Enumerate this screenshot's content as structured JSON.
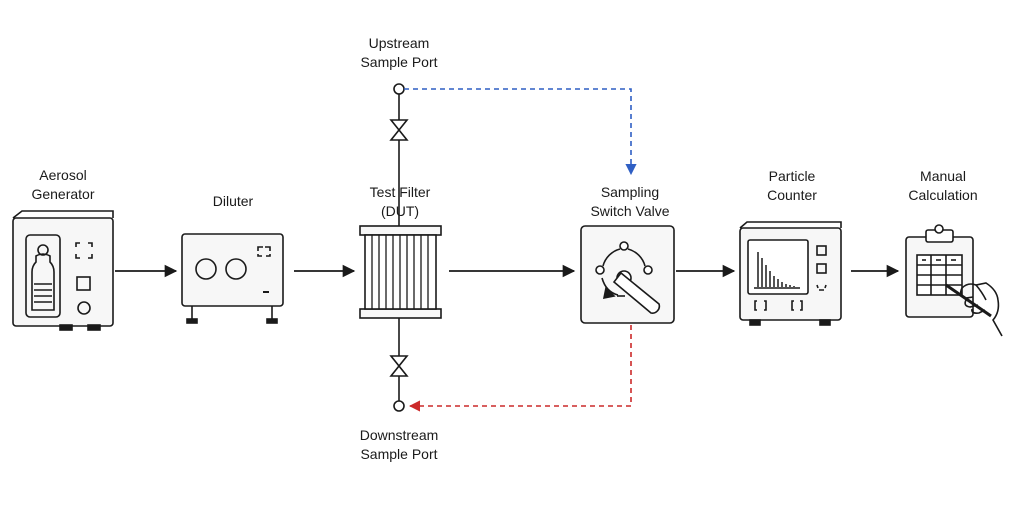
{
  "labels": {
    "aerosol_generator": "Aerosol\nGenerator",
    "diluter": "Diluter",
    "test_filter": "Test Filter\n(DUT)",
    "sampling_switch_valve": "Sampling\nSwitch Valve",
    "particle_counter": "Particle\nCounter",
    "manual_calculation": "Manual\nCalculation",
    "upstream_sample_port": "Upstream\nSample Port",
    "downstream_sample_port": "Downstream\nSample Port"
  },
  "colors": {
    "stroke": "#1a1a1a",
    "upstream_line": "#2f5fc4",
    "downstream_line": "#cc2a2a",
    "device_fill": "#f7f7f7"
  },
  "icons": [
    "aerosol-generator-icon",
    "diluter-icon",
    "filter-icon",
    "valve-icon",
    "particle-counter-icon",
    "clipboard-icon",
    "hand-pen-icon"
  ]
}
